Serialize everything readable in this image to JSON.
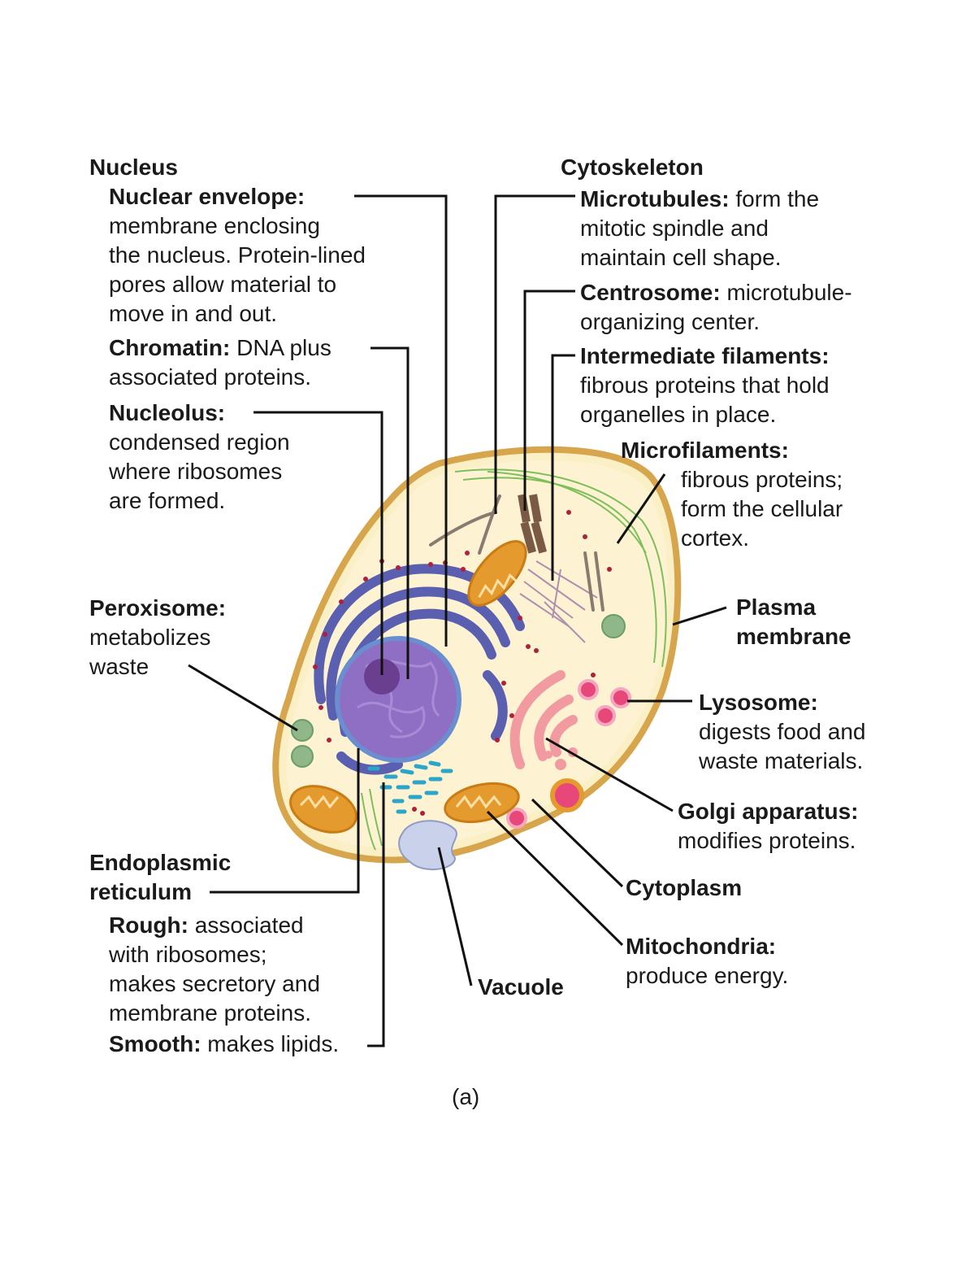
{
  "nucleus": {
    "heading": "Nucleus",
    "envelope": {
      "term": "Nuclear envelope:",
      "lines": [
        "membrane enclosing",
        "the nucleus. Protein-lined",
        "pores allow material to",
        "move in and out."
      ]
    },
    "chromatin": {
      "term": "Chromatin:",
      "desc": " DNA plus",
      "lines": [
        "associated proteins."
      ]
    },
    "nucleolus": {
      "term": "Nucleolus:",
      "lines": [
        "condensed region",
        "where ribosomes",
        "are formed."
      ]
    }
  },
  "cytoskeleton": {
    "heading": "Cytoskeleton",
    "microtubules": {
      "term": "Microtubules:",
      "desc": " form the",
      "lines": [
        "mitotic spindle and",
        "maintain cell shape."
      ]
    },
    "centrosome": {
      "term": "Centrosome:",
      "desc": " microtubule-",
      "lines": [
        "organizing center."
      ]
    },
    "intermediate": {
      "term": "Intermediate filaments:",
      "lines": [
        "fibrous proteins that hold",
        "organelles in place."
      ]
    },
    "microfilaments": {
      "term": "Microfilaments:",
      "lines": [
        "fibrous proteins;",
        "form the cellular",
        "cortex."
      ]
    }
  },
  "peroxisome": {
    "term": "Peroxisome:",
    "lines": [
      "metabolizes",
      "waste"
    ]
  },
  "plasma_membrane": {
    "lines": [
      "Plasma",
      "membrane"
    ]
  },
  "lysosome": {
    "term": "Lysosome:",
    "lines": [
      "digests food and",
      "waste materials."
    ]
  },
  "golgi": {
    "term": "Golgi apparatus:",
    "lines": [
      "modifies proteins."
    ]
  },
  "cytoplasm": {
    "term": "Cytoplasm"
  },
  "mitochondria": {
    "term": "Mitochondria:",
    "lines": [
      "produce energy."
    ]
  },
  "vacuole": {
    "term": "Vacuole"
  },
  "er": {
    "heading_lines": [
      "Endoplasmic",
      "reticulum"
    ],
    "rough": {
      "term": "Rough:",
      "desc": " associated",
      "lines": [
        "with ribosomes;",
        "makes secretory and",
        "membrane proteins."
      ]
    },
    "smooth": {
      "term": "Smooth:",
      "desc": " makes lipids."
    }
  },
  "caption": "(a)",
  "colors": {
    "cell_fill": "#fbefc6",
    "cell_border": "#d7a54b",
    "nucleus": "#8f6fc4",
    "nucleolus": "#6b3f8f",
    "rough_er": "#5a5fb0",
    "ribosome": "#b0203a",
    "mitochondria": "#e59a2e",
    "golgi": "#f19aa0",
    "lysosome": "#e8477a",
    "peroxisome": "#8fb78a",
    "smooth_er": "#2aa6c9",
    "vacuole": "#c9d2ea",
    "microfilament": "#7fbf5a",
    "centrosome": "#7a5a44"
  }
}
